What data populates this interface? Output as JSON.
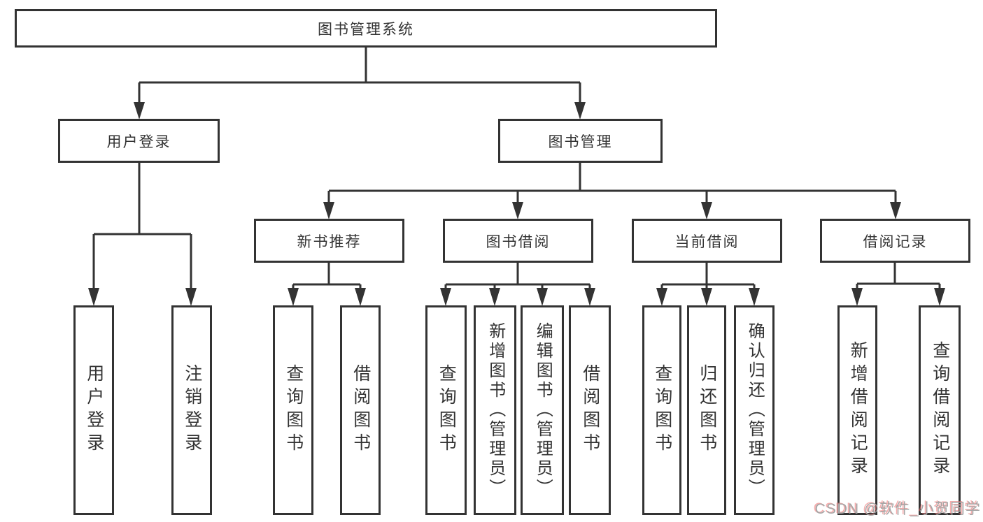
{
  "tree": {
    "label": "图书管理系统",
    "children": [
      {
        "label": "用户登录",
        "children": [
          {
            "label": "用户登录"
          },
          {
            "label": "注销登录"
          }
        ]
      },
      {
        "label": "图书管理",
        "children": [
          {
            "label": "新书推荐",
            "children": [
              {
                "label": "查询图书"
              },
              {
                "label": "借阅图书"
              }
            ]
          },
          {
            "label": "图书借阅",
            "children": [
              {
                "label": "查询图书"
              },
              {
                "label": "新增图书（管理员）"
              },
              {
                "label": "编辑图书（管理员）"
              },
              {
                "label": "借阅图书"
              }
            ]
          },
          {
            "label": "当前借阅",
            "children": [
              {
                "label": "查询图书"
              },
              {
                "label": "归还图书"
              },
              {
                "label": "确认归还（管理员）"
              }
            ]
          },
          {
            "label": "借阅记录",
            "children": [
              {
                "label": "新增借阅记录"
              },
              {
                "label": "查询借阅记录"
              }
            ]
          }
        ]
      }
    ]
  },
  "watermark": {
    "text": "CSDN @软件_小贺同学"
  },
  "colors": {
    "line": "#333333",
    "text": "#333333",
    "background": "#ffffff",
    "watermark_text": "#a6a6a6",
    "watermark_accent": "#ef6a6a"
  }
}
